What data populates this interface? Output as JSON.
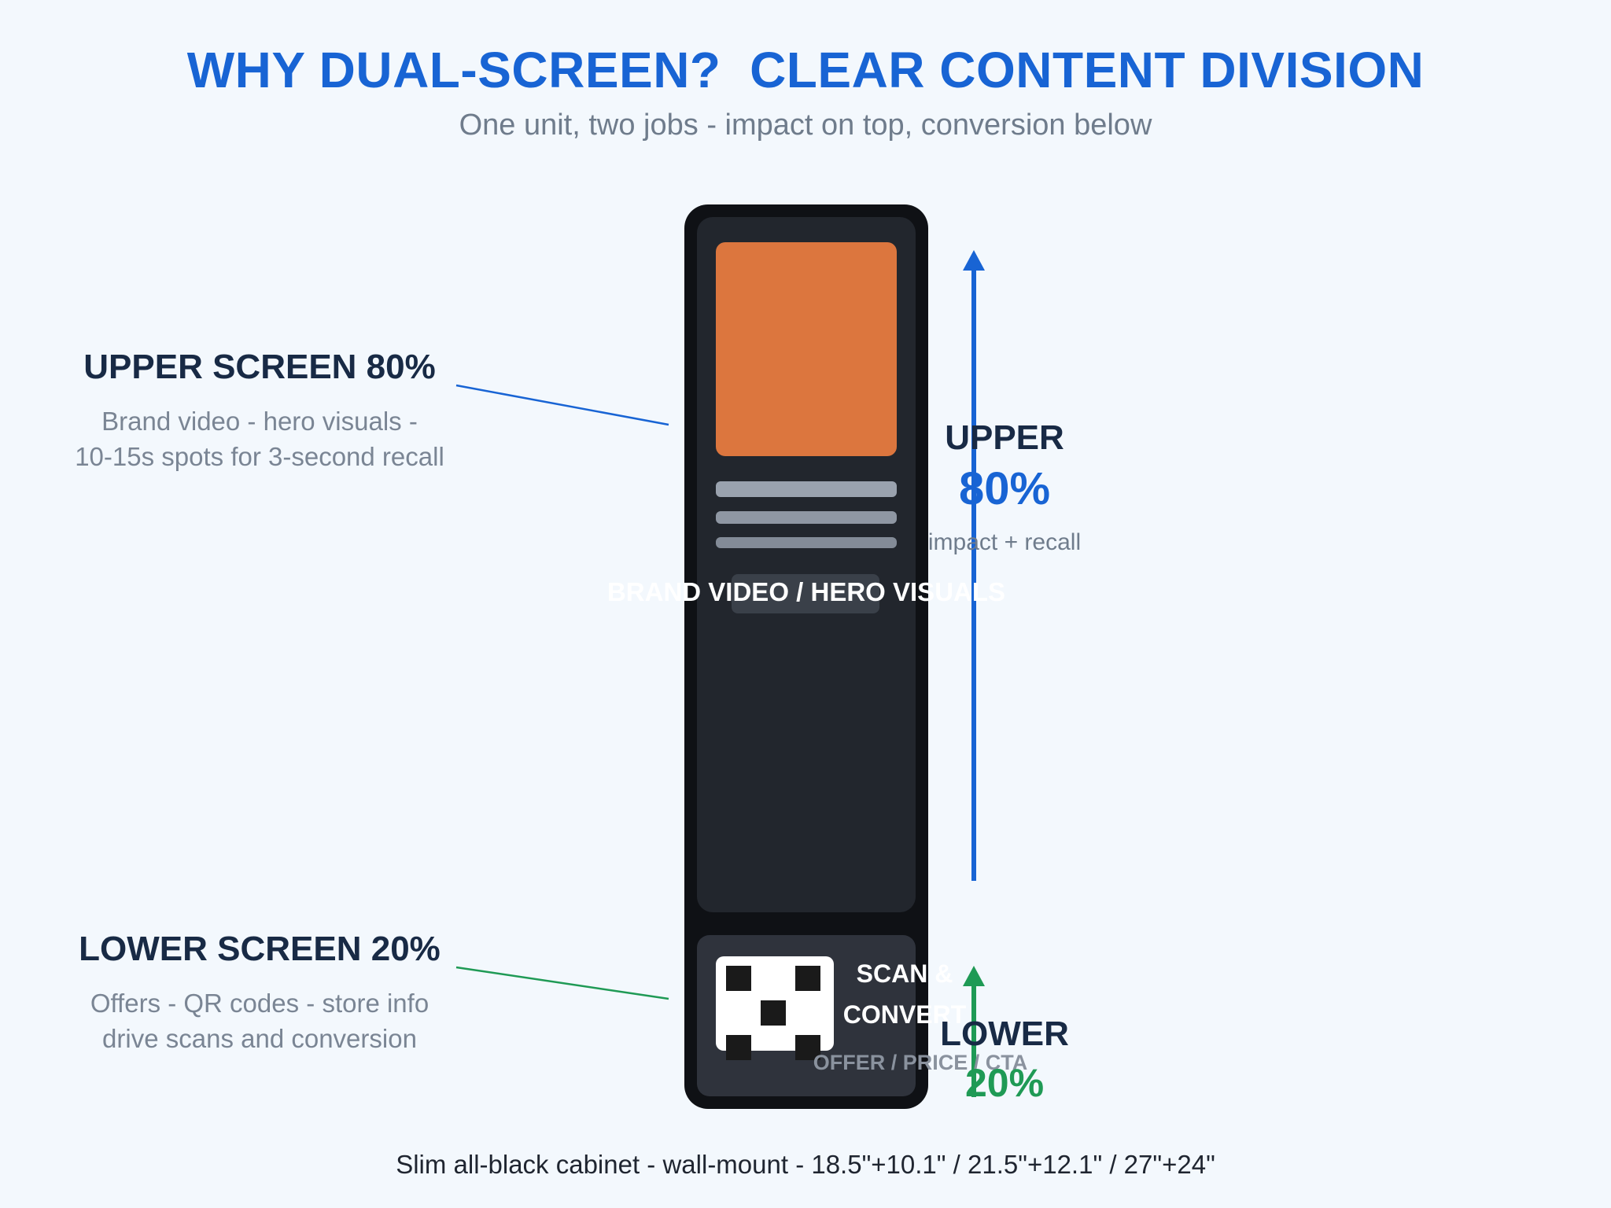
{
  "header": {
    "title": "WHY DUAL-SCREEN?  CLEAR CONTENT DIVISION",
    "subtitle": "One unit, two jobs - impact on top, conversion below"
  },
  "upper_callout": {
    "heading": "UPPER SCREEN 80%",
    "line1": "Brand video - hero visuals -",
    "line2": "10-15s spots for 3-second recall"
  },
  "lower_callout": {
    "heading": "LOWER SCREEN 20%",
    "line1": "Offers - QR codes - store info",
    "line2": "drive scans and conversion"
  },
  "device": {
    "upper_label": "BRAND VIDEO / HERO VISUALS",
    "lower_label_line1": "SCAN &",
    "lower_label_line2": "CONVERT",
    "lower_sublabel": "OFFER / PRICE / CTA"
  },
  "split_indicator": {
    "upper_name": "UPPER",
    "upper_percent": "80%",
    "upper_note": "impact + recall",
    "lower_name": "LOWER",
    "lower_percent": "20%",
    "upper_color": "#1864d4",
    "lower_color": "#1f9a55"
  },
  "footer": {
    "caption": "Slim all-black cabinet - wall-mount - 18.5\"+10.1\" / 21.5\"+12.1\" / 27\"+24\""
  },
  "colors": {
    "accent_blue": "#1864d4",
    "accent_green": "#1f9a55",
    "hero_orange": "#dc763e",
    "cabinet_black": "#0f1115"
  }
}
